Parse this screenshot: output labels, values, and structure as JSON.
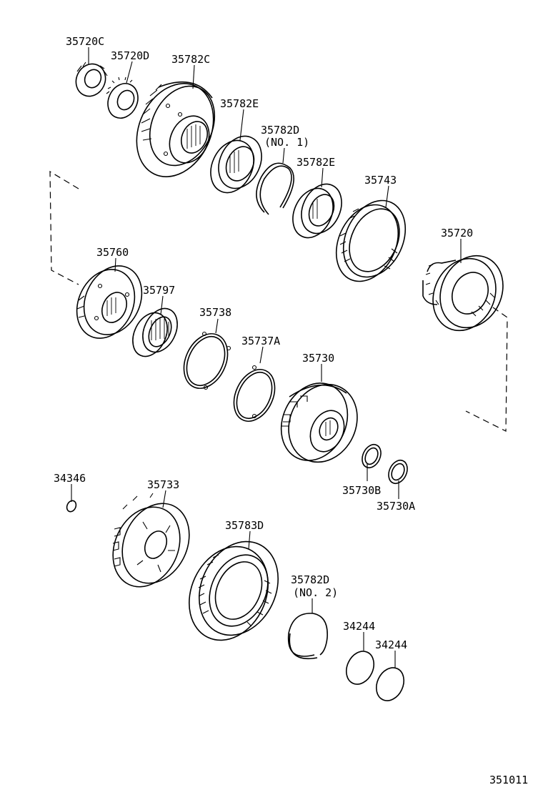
{
  "parts": {
    "p35720C": "35720C",
    "p35720D": "35720D",
    "p35782C": "35782C",
    "p35782E_a": "35782E",
    "p35782D_1": "35782D",
    "p35782D_1_note": "(NO. 1)",
    "p35782E_b": "35782E",
    "p35743": "35743",
    "p35720": "35720",
    "p35760": "35760",
    "p35797": "35797",
    "p35738": "35738",
    "p35737A": "35737A",
    "p35730": "35730",
    "p35730B": "35730B",
    "p35730A": "35730A",
    "p34346": "34346",
    "p35733": "35733",
    "p35783D": "35783D",
    "p35782D_2": "35782D",
    "p35782D_2_note": "(NO. 2)",
    "p34244_a": "34244",
    "p34244_b": "34244"
  },
  "diagram_id": "351011"
}
